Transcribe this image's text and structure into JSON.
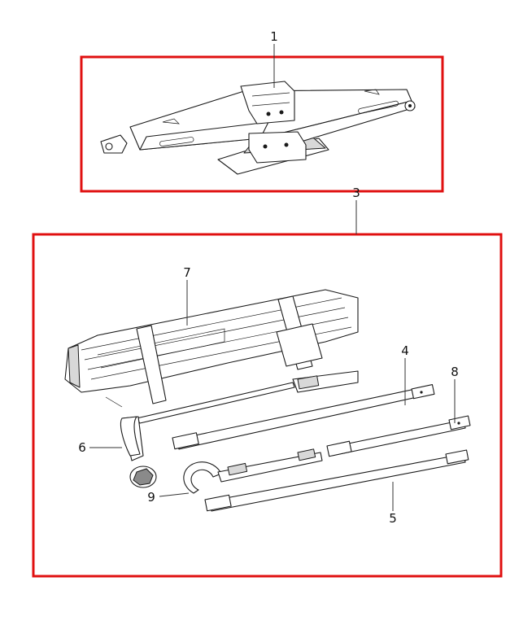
{
  "colors": {
    "frame": "#e01010",
    "line": "#1a1a1a",
    "background": "#ffffff"
  },
  "callouts": [
    {
      "id": "1",
      "label": "1",
      "part": "scissor-jack"
    },
    {
      "id": "3",
      "label": "3",
      "part": "tool-kit-assembly"
    },
    {
      "id": "4",
      "label": "4",
      "part": "extension-rod"
    },
    {
      "id": "5",
      "label": "5",
      "part": "extension-rod-long"
    },
    {
      "id": "6",
      "label": "6",
      "part": "lug-wrench"
    },
    {
      "id": "7",
      "label": "7",
      "part": "tool-bag"
    },
    {
      "id": "8",
      "label": "8",
      "part": "extension-rod-short"
    },
    {
      "id": "9",
      "label": "9",
      "part": "jack-handle-hook"
    }
  ]
}
